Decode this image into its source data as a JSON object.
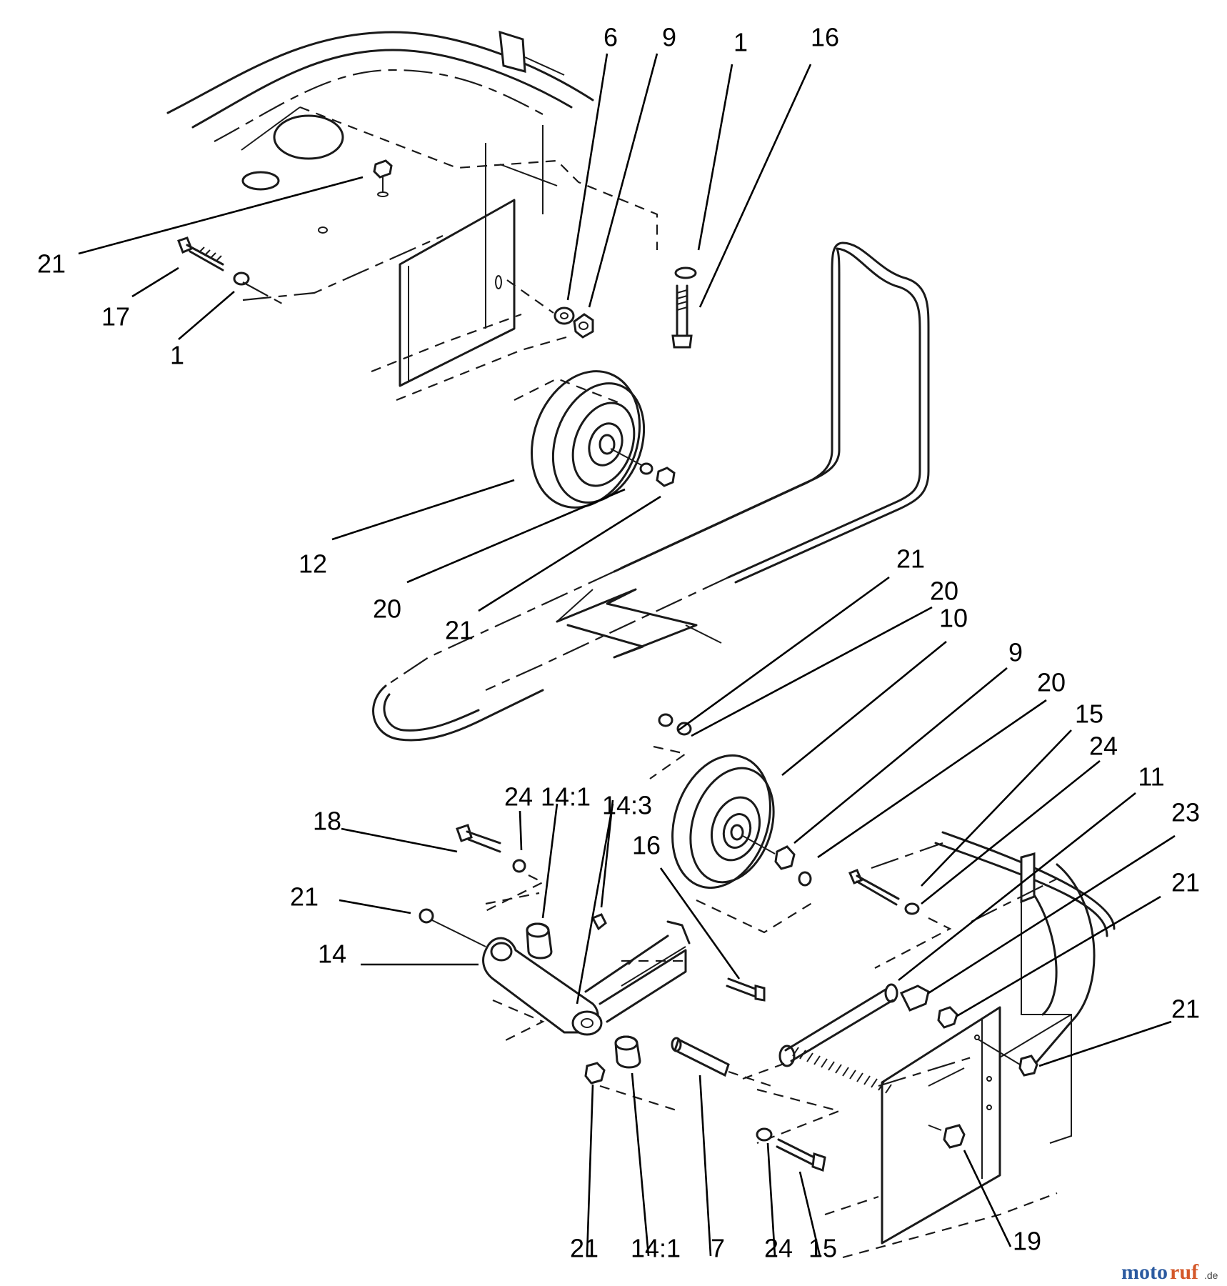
{
  "callouts": {
    "c1": "6",
    "c2": "9",
    "c3": "1",
    "c4": "16",
    "c5": "21",
    "c6": "17",
    "c7": "1",
    "c8": "12",
    "c9": "20",
    "c10": "21",
    "c11": "21",
    "c12": "20",
    "c13": "10",
    "c14": "9",
    "c15": "20",
    "c16": "15",
    "c17": "24",
    "c18": "11",
    "c19": "23",
    "c20": "21",
    "c21": "21",
    "c22": "24",
    "c23": "14:1",
    "c24": "14:3",
    "c25": "18",
    "c26": "16",
    "c27": "21",
    "c28": "14",
    "c29": "21",
    "c30": "14:1",
    "c31": "7",
    "c32": "24",
    "c33": "15",
    "c34": "19"
  },
  "watermark": {
    "part_a": "moto",
    "part_b": "ruf",
    "suffix": ".de"
  },
  "colors": {
    "line": "#1a1a1a",
    "watermark_blue": "#2b5aa0",
    "watermark_orange": "#d4582a"
  }
}
